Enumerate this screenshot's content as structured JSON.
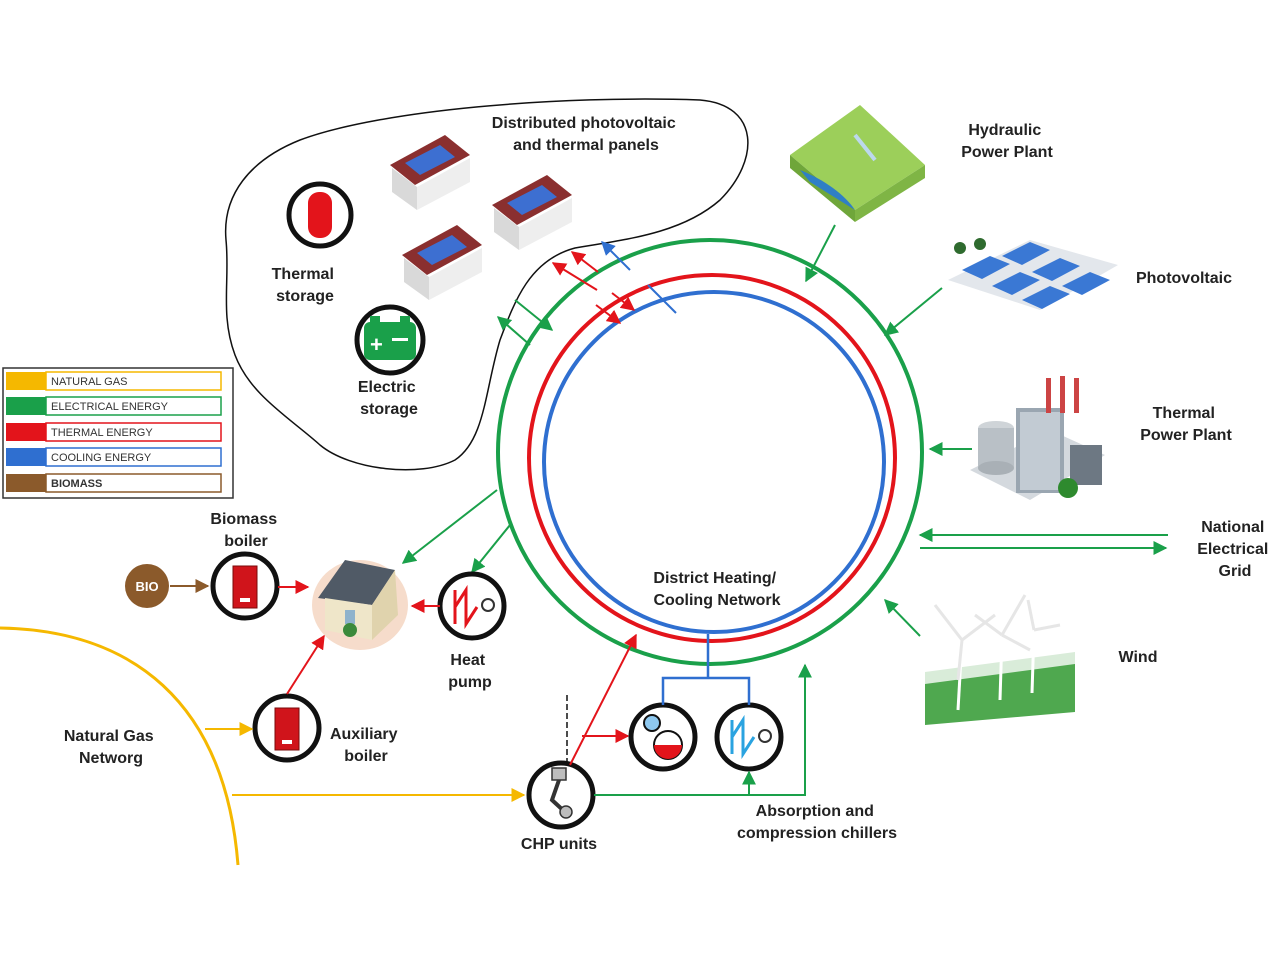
{
  "legend": [
    {
      "label": "NATURAL GAS",
      "color": "#f5b800"
    },
    {
      "label": "ELECTRICAL ENERGY",
      "color": "#1aa04a"
    },
    {
      "label": "THERMAL ENERGY",
      "color": "#e3141b"
    },
    {
      "label": "COOLING ENERGY",
      "color": "#2f6fd0"
    },
    {
      "label": "BIOMASS",
      "color": "#8b5a2b"
    }
  ],
  "labels": {
    "panels": [
      "Distributed photovoltaic",
      "and thermal panels"
    ],
    "thermal_storage": [
      "Thermal",
      "storage"
    ],
    "electric_storage": [
      "Electric",
      "storage"
    ],
    "hydraulic": [
      "Hydraulic",
      "Power Plant"
    ],
    "photovoltaic": [
      "Photovoltaic"
    ],
    "thermal_plant": [
      "Thermal",
      "Power Plant"
    ],
    "grid": [
      "National",
      "Electrical",
      "Grid"
    ],
    "wind": [
      "Wind"
    ],
    "network": [
      "District Heating/",
      "Cooling Network"
    ],
    "biomass_boiler": [
      "Biomass",
      "boiler"
    ],
    "heat_pump": [
      "Heat",
      "pump"
    ],
    "aux_boiler": [
      "Auxiliary",
      "boiler"
    ],
    "gas_network": [
      "Natural Gas",
      "Networg"
    ],
    "chp": [
      "CHP units"
    ],
    "chillers": [
      "Absorption and",
      "compression chillers"
    ],
    "bio": "BIO"
  }
}
